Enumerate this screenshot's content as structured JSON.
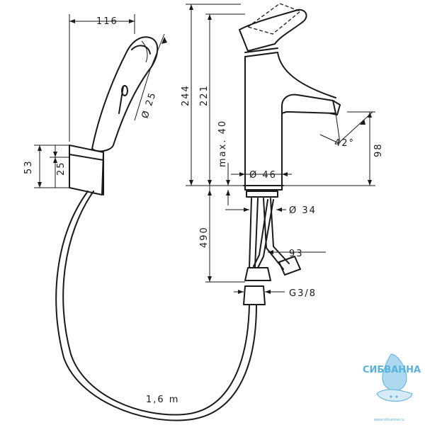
{
  "dimensions": {
    "width_sprayer": "116",
    "diameter_sprayer": "Ø 25",
    "holder_height": "53",
    "holder_inner": "25",
    "height_total": "244",
    "height_spout": "221",
    "max_40": "max. 40",
    "diameter_body": "Ø 46",
    "angle": "42°",
    "spout_height": "98",
    "hose_length_under": "490",
    "diameter_hole": "Ø 34",
    "connection_offset": "93",
    "thread": "G3/8",
    "hose_length": "1,6 m"
  },
  "watermark": {
    "brand": "СИБВАННА",
    "url": "www.sibvanna.ru"
  },
  "colors": {
    "line": "#1a1a1a",
    "watermark": "#3aa6d8"
  }
}
